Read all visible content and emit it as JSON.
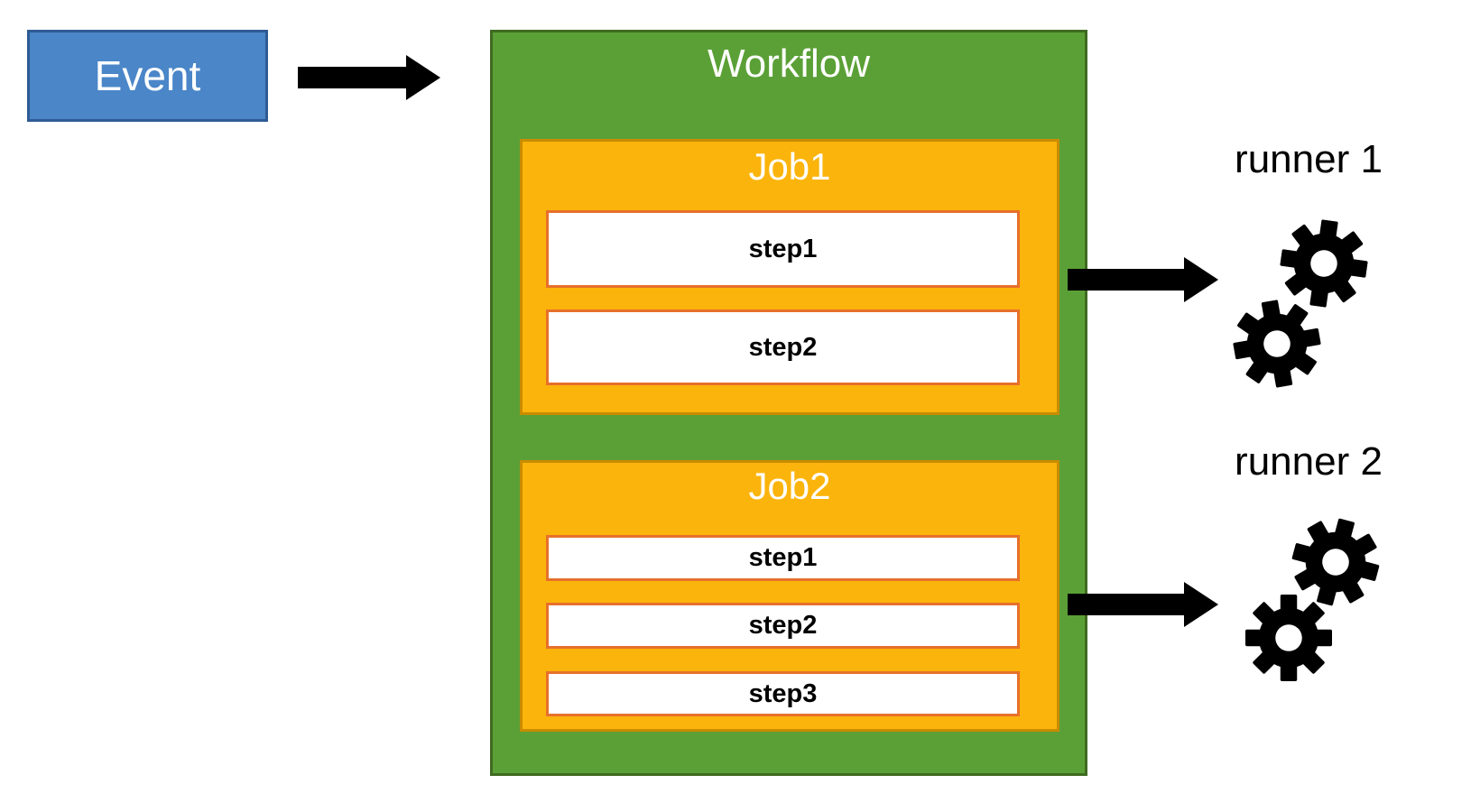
{
  "event": {
    "label": "Event"
  },
  "workflow": {
    "title": "Workflow",
    "jobs": [
      {
        "title": "Job1",
        "steps": [
          "step1",
          "step2"
        ]
      },
      {
        "title": "Job2",
        "steps": [
          "step1",
          "step2",
          "step3"
        ]
      }
    ]
  },
  "runners": [
    {
      "label": "runner 1"
    },
    {
      "label": "runner 2"
    }
  ],
  "colors": {
    "event_fill": "#4A86C8",
    "event_border": "#2F5B94",
    "workflow_fill": "#5BA036",
    "workflow_border": "#3F6B21",
    "job_fill": "#FBB40B",
    "job_border": "#C98C00",
    "step_fill": "#FFFFFF",
    "step_border": "#E7702B",
    "arrow": "#000000",
    "gear": "#000000",
    "text_on_color": "#FFFFFF",
    "text_dark": "#000000"
  }
}
